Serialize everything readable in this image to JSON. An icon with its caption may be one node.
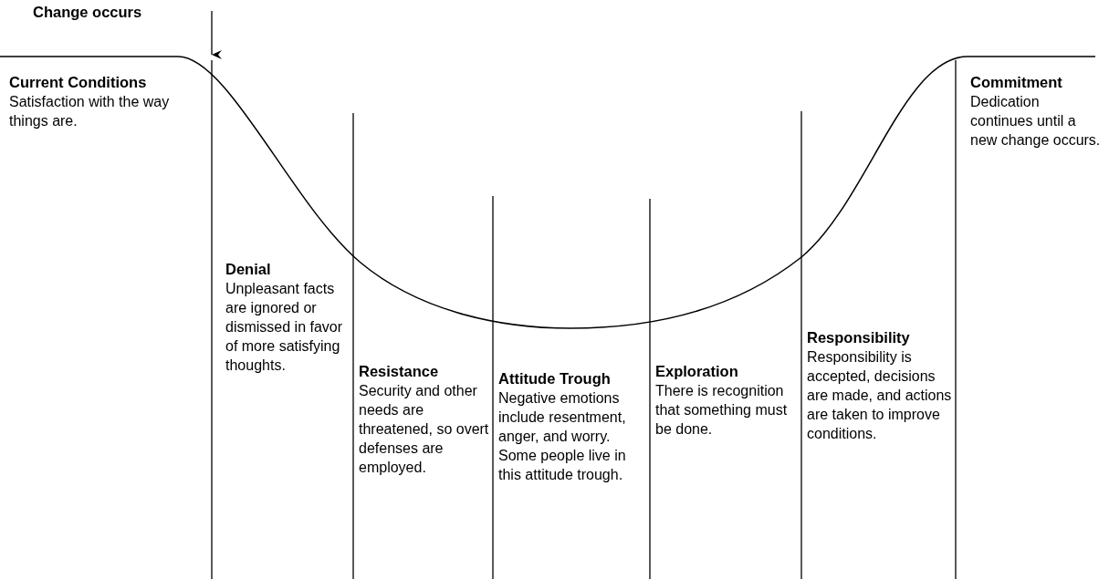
{
  "diagram": {
    "nodes": [
      {
        "text": [
          "Current Conditions",
          "Satisfaction with the way things are."
        ]
      },
      {
        "text": [
          "Denial",
          "Unpleasant facts are ignored or dismissed in favor of more satisfying thoughts."
        ]
      },
      {
        "text": [
          "Resistance",
          "Security and other needs are threatened, so overt defenses are employed."
        ]
      },
      {
        "text": [
          "Attitude Trough",
          "Negative emotions include resentment, anger, and worry. Some people live in this attitude trough."
        ]
      },
      {
        "text": [
          "Exploration",
          "There is recognition that something must be done."
        ]
      },
      {
        "text": [
          "Responsibility",
          "Responsibility is accepted, decisions are made, and actions are taken to improve conditions."
        ]
      },
      {
        "text": [
          "Commitment",
          "Dedication continues until a new change occurs."
        ]
      }
    ],
    "labels": [
      "Change occurs"
    ]
  }
}
